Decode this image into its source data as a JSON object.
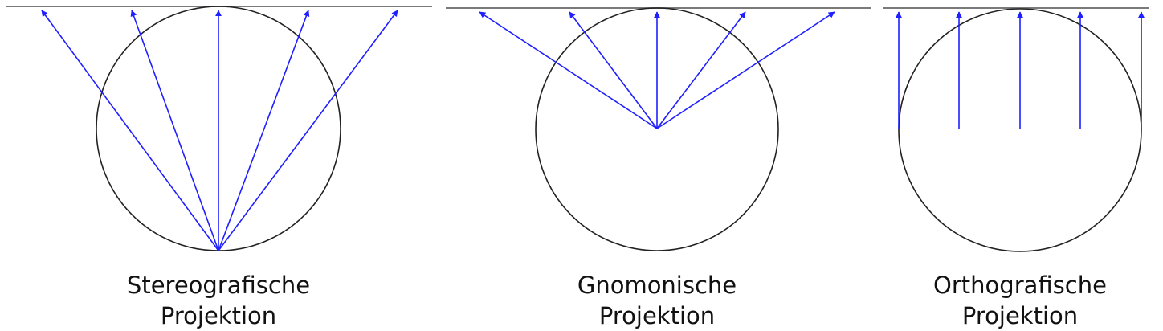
{
  "panels": [
    {
      "id": "stereographic",
      "line1": "Stereografische",
      "line2": "Projektion"
    },
    {
      "id": "gnomonic",
      "line1": "Gnomonische",
      "line2": "Projektion"
    },
    {
      "id": "orthographic",
      "line1": "Orthografische",
      "line2": "Projektion"
    }
  ],
  "colors": {
    "ray": "#1f1fff",
    "circle": "#222222",
    "plane": "#7a7a7a",
    "text": "#111111"
  }
}
